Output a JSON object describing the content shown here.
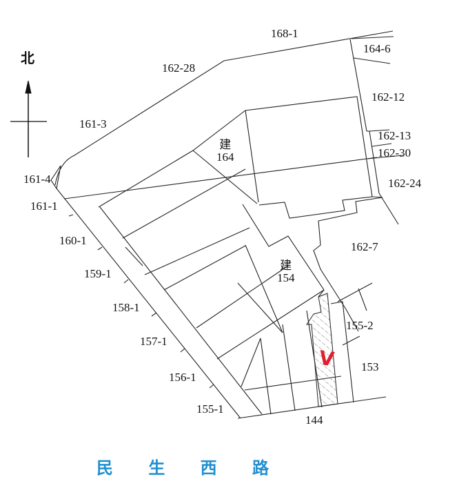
{
  "north_indicator": {
    "label": "北",
    "icon": "north-arrow-icon"
  },
  "street_name": [
    "民",
    "生",
    "西",
    "路"
  ],
  "parcels": [
    {
      "id": "168-1"
    },
    {
      "id": "164-6"
    },
    {
      "id": "162-28"
    },
    {
      "id": "162-12"
    },
    {
      "id": "161-3"
    },
    {
      "id": "162-13"
    },
    {
      "id": "162-30"
    },
    {
      "id": "161-4"
    },
    {
      "id": "162-24"
    },
    {
      "id": "161-1"
    },
    {
      "id": "160-1"
    },
    {
      "id": "162-7"
    },
    {
      "id": "159-1"
    },
    {
      "id": "158-1"
    },
    {
      "id": "155-2"
    },
    {
      "id": "157-1"
    },
    {
      "id": "153"
    },
    {
      "id": "156-1"
    },
    {
      "id": "155-1"
    },
    {
      "id": "144"
    }
  ],
  "buildings": [
    {
      "char": "建",
      "number": "164"
    },
    {
      "char": "建",
      "number": "154"
    }
  ],
  "highlight": {
    "mark": "V",
    "color": "#e0202e",
    "pattern": "hatched"
  },
  "colors": {
    "street_label": "#1f8fd0",
    "line": "#222222"
  }
}
